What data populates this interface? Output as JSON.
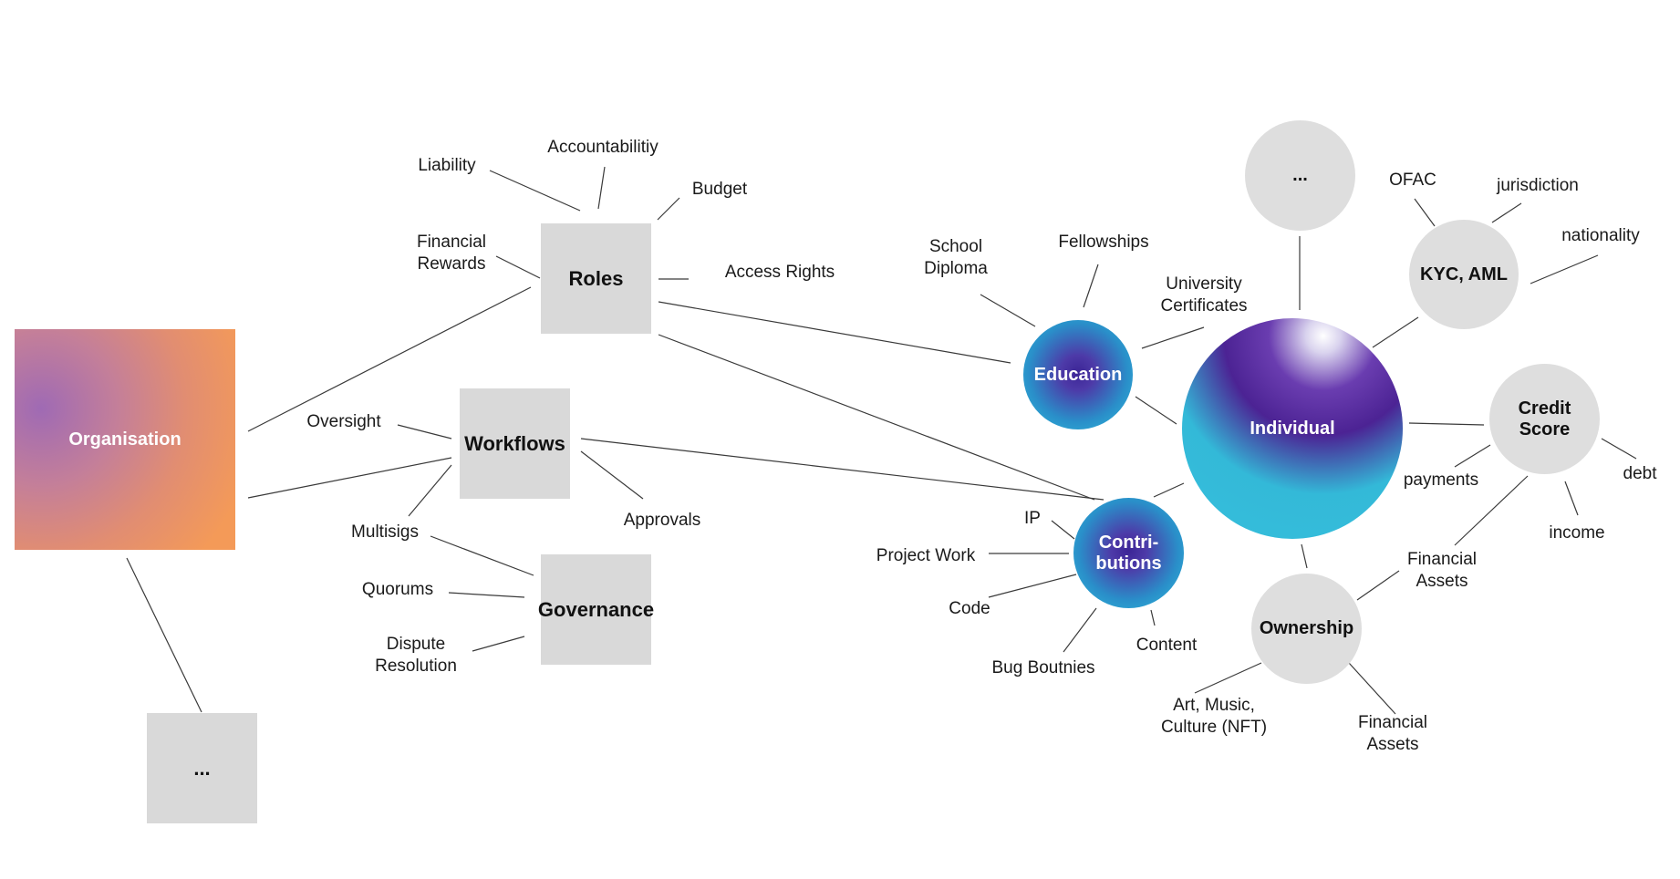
{
  "nodes": {
    "organisation": "Organisation",
    "org_more": "...",
    "roles": "Roles",
    "workflows": "Workflows",
    "governance": "Governance",
    "individual": "Individual",
    "education": "Education",
    "contributions": "Contri-\nbutions",
    "kyc": "KYC, AML",
    "credit": "Credit\nScore",
    "ownership": "Ownership",
    "ind_more": "..."
  },
  "labels": {
    "liability": "Liability",
    "accountability": "Accountabilitiy",
    "budget": "Budget",
    "financial_rewards": "Financial\nRewards",
    "access_rights": "Access Rights",
    "oversight": "Oversight",
    "approvals": "Approvals",
    "multisigs": "Multisigs",
    "quorums": "Quorums",
    "dispute": "Dispute\nResolution",
    "school": "School\nDiploma",
    "fellowships": "Fellowships",
    "university": "University\nCertificates",
    "ip": "IP",
    "project_work": "Project Work",
    "code": "Code",
    "bug_bounties": "Bug Boutnies",
    "content": "Content",
    "ofac": "OFAC",
    "jurisdiction": "jurisdiction",
    "nationality": "nationality",
    "payments": "payments",
    "debt": "debt",
    "income": "income",
    "financial_assets_1": "Financial\nAssets",
    "art": "Art, Music,\nCulture (NFT)",
    "financial_assets_2": "Financial\nAssets"
  }
}
